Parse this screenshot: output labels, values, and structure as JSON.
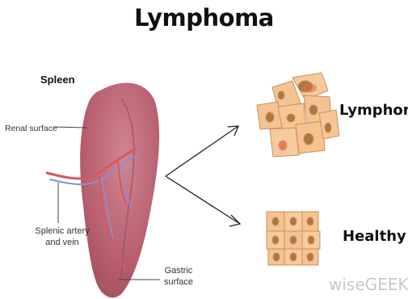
{
  "title": "Lymphoma",
  "labels": {
    "spleen": "Spleen",
    "renal_surface": "Renal surface",
    "splenic_artery_line1": "Splenic artery",
    "splenic_artery_line2": "and vein",
    "gastric_line1": "Gastric",
    "gastric_line2": "surface",
    "lymphoma": "Lymphoma",
    "healthy": "Healthy"
  },
  "watermark": "wiseGEEK",
  "colors": {
    "spleen": "#b85f6e",
    "cell_fill": "#f4c391",
    "nucleus": "#b0763f",
    "abnormal": "#e66a3f",
    "vessel_red": "#d25a63",
    "vessel_blue": "#8e8ed2"
  }
}
